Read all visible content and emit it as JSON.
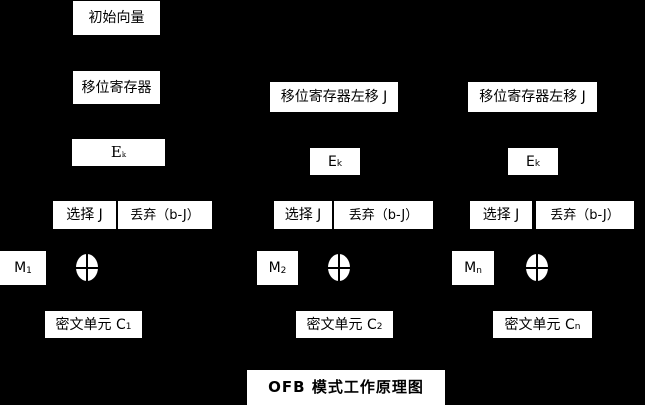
{
  "colors": {
    "background": "#000000",
    "box_background": "#ffffff",
    "box_text": "#000000"
  },
  "icons": {
    "xor": "⊕"
  },
  "title": "OFB 模式工作原理图",
  "col1": {
    "init_vector": "初始向量",
    "shift_register": "移位寄存器",
    "encrypt": {
      "base": "E",
      "sub": "k"
    },
    "select": "选择 J",
    "discard": "丢弃（b-J）",
    "message": {
      "base": "M",
      "sub": "1"
    },
    "ciphertext": {
      "base": "密文单元 C",
      "sub": "1"
    }
  },
  "col2": {
    "shift_register": "移位寄存器左移 J",
    "encrypt": {
      "base": "E",
      "sub": "k"
    },
    "select": "选择 J",
    "discard": "丢弃（b-J）",
    "message": {
      "base": "M",
      "sub": "2"
    },
    "ciphertext": {
      "base": "密文单元 C",
      "sub": "2"
    }
  },
  "col3": {
    "shift_register": "移位寄存器左移 J",
    "encrypt": {
      "base": "E",
      "sub": "k"
    },
    "select": "选择 J",
    "discard": "丢弃（b-J）",
    "message": {
      "base": "M",
      "sub": "n"
    },
    "ciphertext": {
      "base": "密文单元 C",
      "sub": "n"
    }
  }
}
